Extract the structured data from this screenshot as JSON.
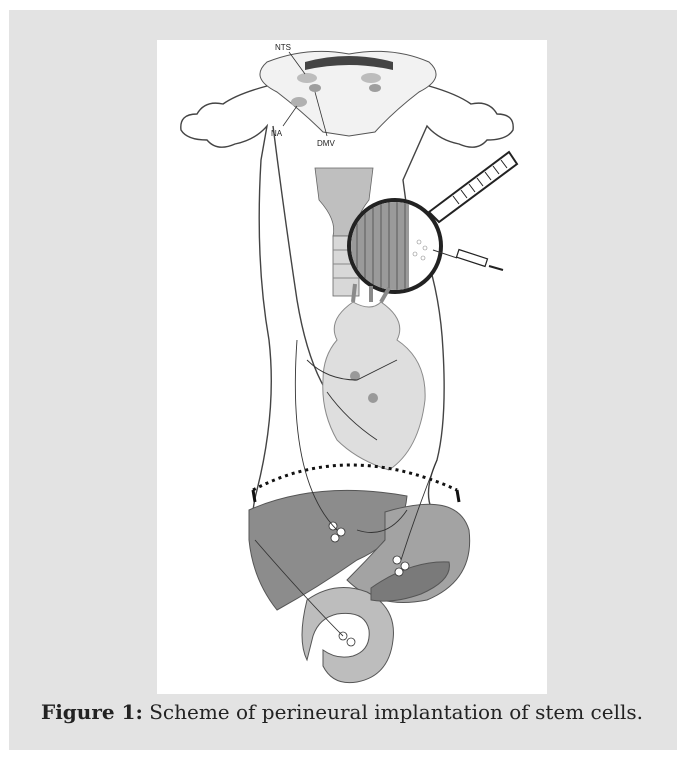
{
  "figure": {
    "labels": {
      "nts": "NTS",
      "na": "NA",
      "dmv": "DMV"
    },
    "caption_label": "Figure  1:",
    "caption_text": "Scheme of perineural implantation of stem cells."
  },
  "colors": {
    "card_background": "#e3e3e3",
    "organ_fill": "#8c8c8c",
    "organ_light": "#c9c9c9"
  }
}
